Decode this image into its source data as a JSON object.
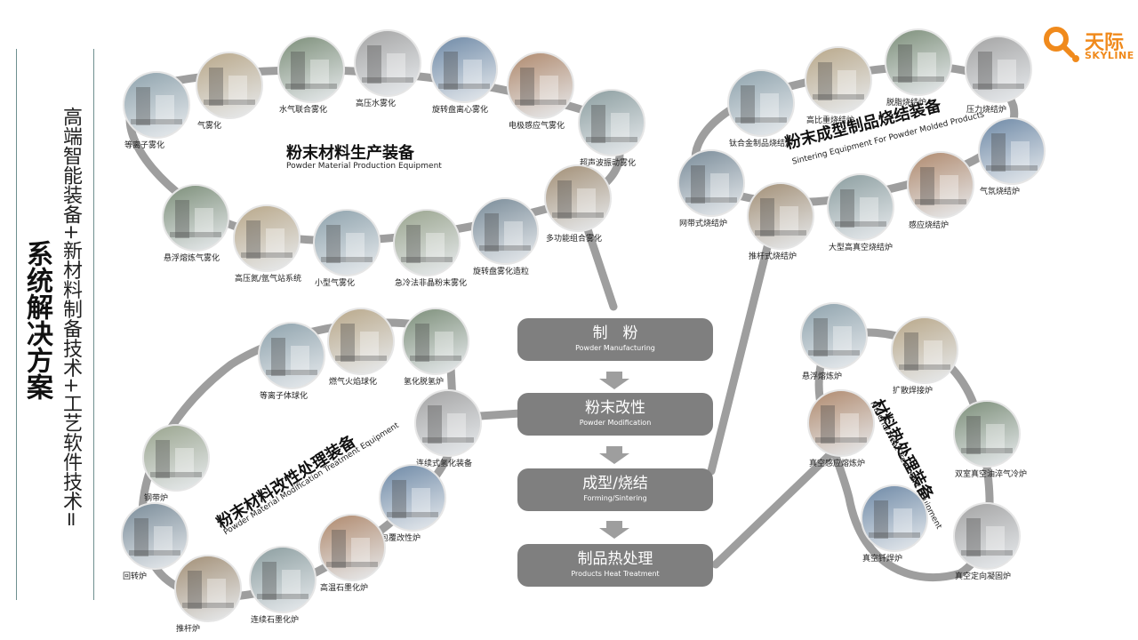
{
  "logo": {
    "cn": "天际",
    "en": "SKYLINE",
    "color": "#f08a1c"
  },
  "side": {
    "main": "系统解决方案",
    "sub": "高端智能装备+新材料制备技术+工艺软件技术="
  },
  "process_steps": [
    {
      "cn": "制　粉",
      "en": "Powder Manufacturing"
    },
    {
      "cn": "粉末改性",
      "en": "Powder Modification"
    },
    {
      "cn": "成型/烧结",
      "en": "Forming/Sintering"
    },
    {
      "cn": "制品热处理",
      "en": "Products Heat Treatment"
    }
  ],
  "sections": {
    "production": {
      "cn": "粉末材料生产装备",
      "en": "Powder Material Production Equipment"
    },
    "sintering": {
      "cn": "粉末成型制品烧结装备",
      "en": "Sintering Equipment For Powder Molded Products"
    },
    "modification": {
      "cn": "粉末材料改性处理装备",
      "en": "Powder Material Modification Treatment Equipment"
    },
    "heat": {
      "cn": "材料热处理装备",
      "en": "Material Heat Treatment Equipment"
    }
  },
  "equipment": {
    "production": [
      "等离子雾化",
      "气雾化",
      "水气联合雾化",
      "高压水雾化",
      "旋转盘离心雾化",
      "电极感应气雾化",
      "超声波振动雾化",
      "多功能组合雾化",
      "旋转盘雾化造粒",
      "急冷法非晶粉末雾化",
      "小型气雾化",
      "高压氮/氩气站系统",
      "悬浮熔炼气雾化"
    ],
    "sintering": [
      "钛合金制品烧结炉",
      "高比重烧结炉",
      "脱脂烧结炉",
      "压力烧结炉",
      "气氛烧结炉",
      "感应烧结炉",
      "大型高真空烧结炉",
      "推杆式烧结炉",
      "网带式烧结炉"
    ],
    "modification": [
      "等离子体球化",
      "燃气火焰球化",
      "氢化脱氢炉",
      "连续式氢化装备",
      "包覆改性炉",
      "高温石墨化炉",
      "连续石墨化炉",
      "推杆炉",
      "回转炉",
      "钢带炉"
    ],
    "heat": [
      "悬浮熔炼炉",
      "扩散焊接炉",
      "双室真空油淬气冷炉",
      "真空定向凝固炉",
      "真空钎焊炉",
      "真空感应熔炼炉"
    ]
  },
  "colors": {
    "track": "#9e9e9e",
    "step": "#7f7f7f"
  }
}
